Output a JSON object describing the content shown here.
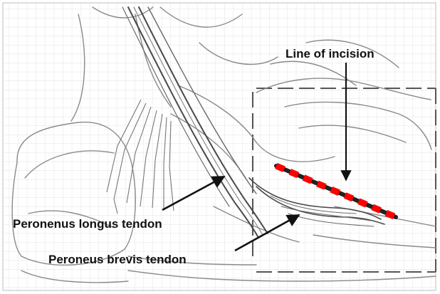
{
  "labels": {
    "incision": "Line of incision",
    "longus": "Peronenus longus tendon",
    "brevis": "Peroneus brevis tendon"
  },
  "colors": {
    "incision_dash": "#ff0000",
    "incision_line": "#222222",
    "sketch": "#8a8a8a",
    "grid": "#d9d9d9",
    "arrow": "#111111"
  }
}
